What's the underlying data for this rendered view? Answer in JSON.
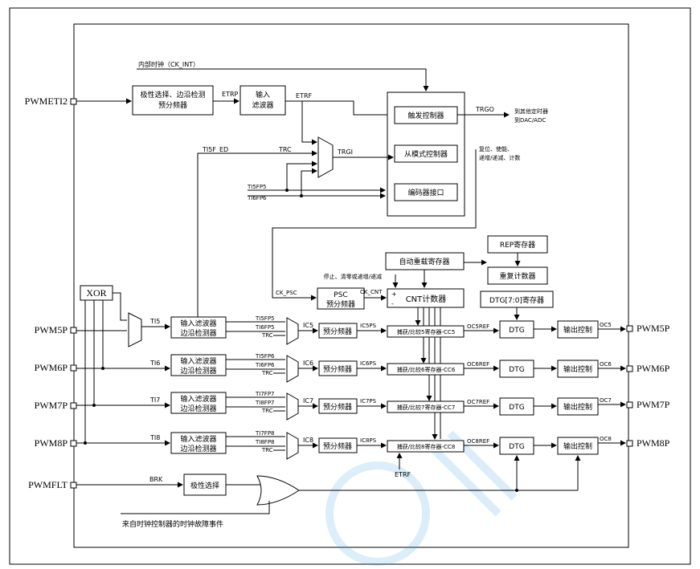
{
  "pins_left": [
    "PWMETI2",
    "PWM5P",
    "PWM6P",
    "PWM7P",
    "PWM8P",
    "PWMFLT"
  ],
  "pins_right": [
    "PWM5P",
    "PWM6P",
    "PWM7P",
    "PWM8P"
  ],
  "top": {
    "internal_clock": "内部时钟（CK_INT）",
    "etr_filter": [
      "极性选择、边沿检测",
      "预分频器"
    ],
    "etrp": "ETRP",
    "input_filter": [
      "输入",
      "滤波器"
    ],
    "etrf": "ETRF",
    "trigger_ctrl": "触发控制器",
    "slave_ctrl": "从模式控制器",
    "encoder": "编码器接口",
    "trgo": "TRGO",
    "trgo_dest": [
      "到其他定时器",
      "到DAC/ADC"
    ],
    "slave_action": [
      "复位、使能、",
      "递增/递减、计数"
    ],
    "ti5f_ed": "TI5F_ED",
    "trc": "TRC",
    "trgi": "TRGI",
    "ti5fp5": "TI5FP5",
    "ti6fp6": "TI6FP6"
  },
  "middle": {
    "auto_reload": "自动重载寄存器",
    "stop_clear": "停止、清零或递增/递减",
    "rep_reg": "REP寄存器",
    "rep_counter": "重复计数器",
    "ck_psc": "CK_PSC",
    "psc": [
      "PSC",
      "预分频器"
    ],
    "ck_cnt": "CK_CNT",
    "cnt": "CNT计数器",
    "plus": "+",
    "minus": "-",
    "dtg_reg": "DTG[7:0]寄存器",
    "xor": "XOR"
  },
  "channels": [
    {
      "ti": "TI5",
      "f1": "TI5FP5",
      "f2": "TI6FP5",
      "ic": "IC5",
      "icps": "IC5PS",
      "cc": "捕获/比较5寄存器-CC5",
      "ocref": "OC5REF",
      "oc": "OC5"
    },
    {
      "ti": "TI6",
      "f1": "TI5FP6",
      "f2": "TI6FP6",
      "ic": "IC6",
      "icps": "IC6PS",
      "cc": "捕获/比较6寄存器-CC6",
      "ocref": "OC6REF",
      "oc": "OC6"
    },
    {
      "ti": "TI7",
      "f1": "TI7FP7",
      "f2": "TI8FP7",
      "ic": "IC7",
      "icps": "IC7PS",
      "cc": "捕获/比较7寄存器-CC7",
      "ocref": "OC7REF",
      "oc": "OC7"
    },
    {
      "ti": "TI8",
      "f1": "TI7FP8",
      "f2": "TI8FP8",
      "ic": "IC8",
      "icps": "IC8PS",
      "cc": "捕获/比较8寄存器-CC8",
      "ocref": "OC8REF",
      "oc": "OC8"
    }
  ],
  "common": {
    "filter_edge": [
      "输入滤波器",
      "边沿检测器"
    ],
    "trc": "TRC",
    "prescaler": "预分频器",
    "dtg": "DTG",
    "output_ctrl": "输出控制",
    "etrf": "ETRF"
  },
  "bottom": {
    "brk": "BRK",
    "polarity": "极性选择",
    "clock_fault": "来自时钟控制器的时钟故障事件"
  }
}
